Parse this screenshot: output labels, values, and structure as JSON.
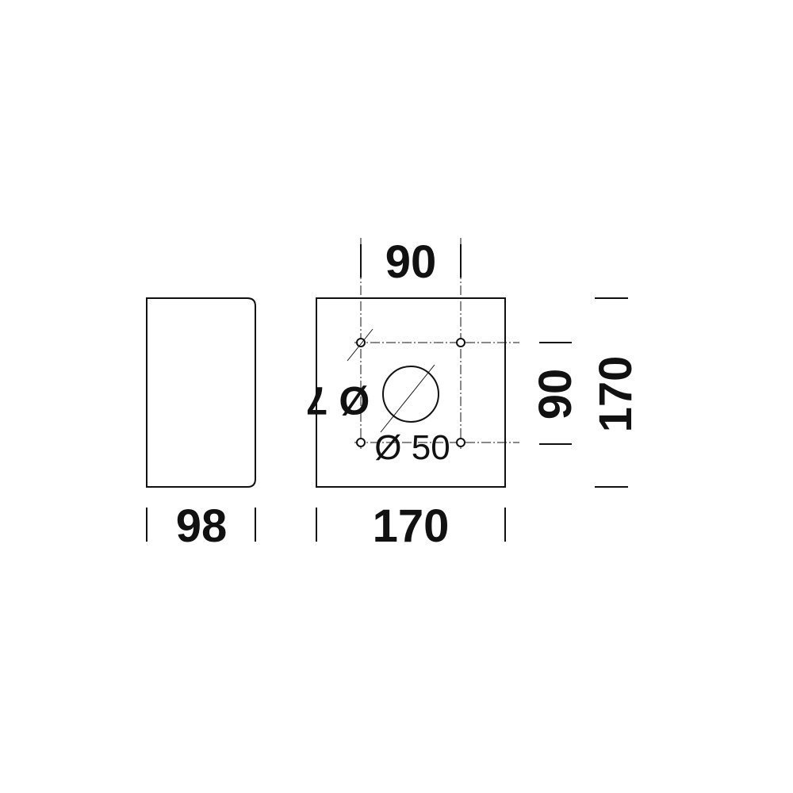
{
  "dimensions": {
    "side_width": "98",
    "front_width": "170",
    "hole_spacing_horizontal": "90",
    "hole_spacing_vertical": "90",
    "front_height": "170"
  },
  "annotations": {
    "mounting_hole_diameter": "Ø 7",
    "center_hole_diameter": "Ø 50"
  },
  "colors": {
    "line": "#111111",
    "background": "#ffffff"
  }
}
